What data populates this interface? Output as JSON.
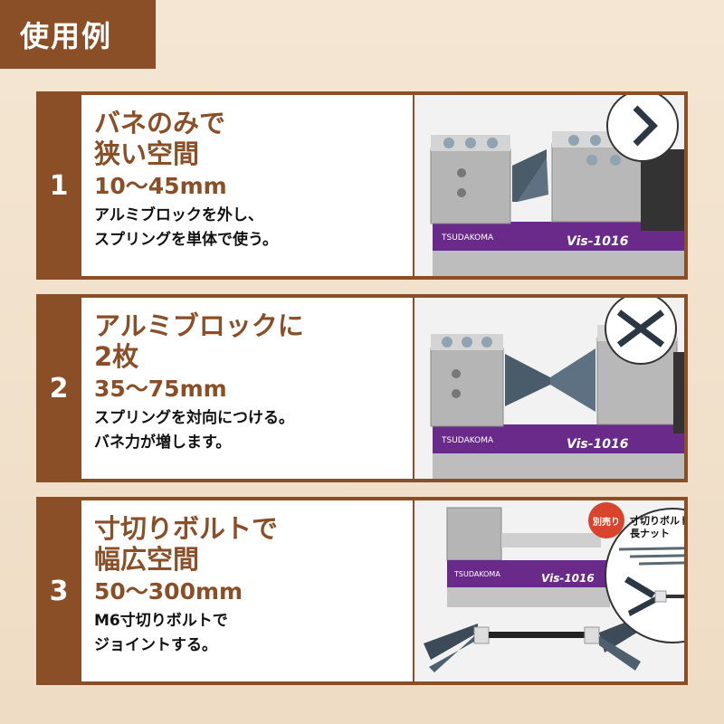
{
  "header": {
    "title": "使用例"
  },
  "sections": [
    {
      "number": "1",
      "title": "バネのみで\n狭い空間",
      "range": "10〜45mm",
      "description": "アルミブロックを外し、\nスプリングを単体で使う。",
      "brand": "TSUDAKOMA",
      "model": "Vis-1016",
      "inset_icon": "single-spring-v-icon"
    },
    {
      "number": "2",
      "title": "アルミブロックに\n2枚",
      "range": "35〜75mm",
      "description": "スプリングを対向につける。\nバネ力が増します。",
      "brand": "TSUDAKOMA",
      "model": "Vis-1016",
      "inset_icon": "double-spring-x-icon"
    },
    {
      "number": "3",
      "title": "寸切りボルトで\n幅広空間",
      "range": "50〜300mm",
      "description": "M6寸切りボルトで\nジョイントする。",
      "brand": "TSUDAKOMA",
      "model": "Vis-1016",
      "sold_separately": "別売り",
      "inset_label": "寸切りボルト・\n長ナット",
      "inset_icon": "bolt-joint-icon"
    }
  ],
  "colors": {
    "brown": "#8a4f27",
    "background": "#f4e6d3",
    "vise_purple": "#6a2a8a",
    "badge_red": "#d8452c"
  }
}
